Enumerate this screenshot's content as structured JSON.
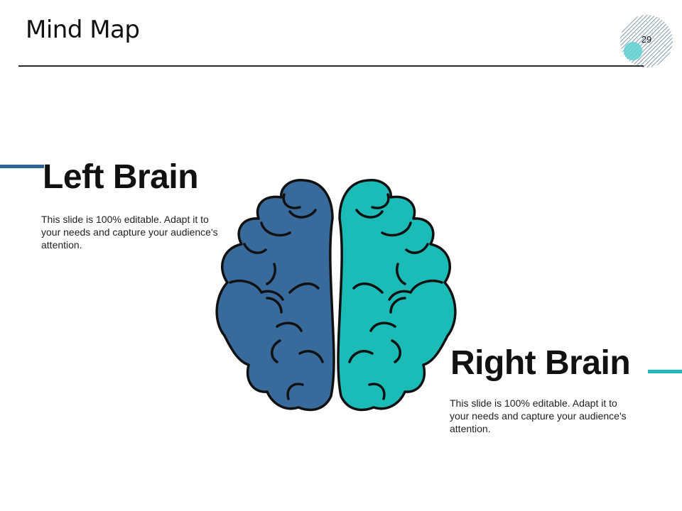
{
  "slide": {
    "title": "Mind Map",
    "page_number": "29"
  },
  "left": {
    "heading": "Left Brain",
    "text": "This slide is 100% editable. Adapt it to your needs and capture your audience's attention."
  },
  "right": {
    "heading": "Right Brain",
    "text": "This slide is 100% editable. Adapt it to your needs and capture your audience's attention."
  },
  "icons": {
    "brain_left": "brain-left-hemisphere-icon",
    "brain_right": "brain-right-hemisphere-icon",
    "page_badge": "hatched-circle-badge"
  },
  "colors": {
    "left_hemisphere": "#386b9c",
    "right_hemisphere": "#1bbcb8",
    "left_accent": "#2f6596",
    "right_accent": "#21b6bb",
    "badge_hatch": "#4a7190",
    "badge_dot": "#5fd0d0",
    "outline": "#111111"
  }
}
